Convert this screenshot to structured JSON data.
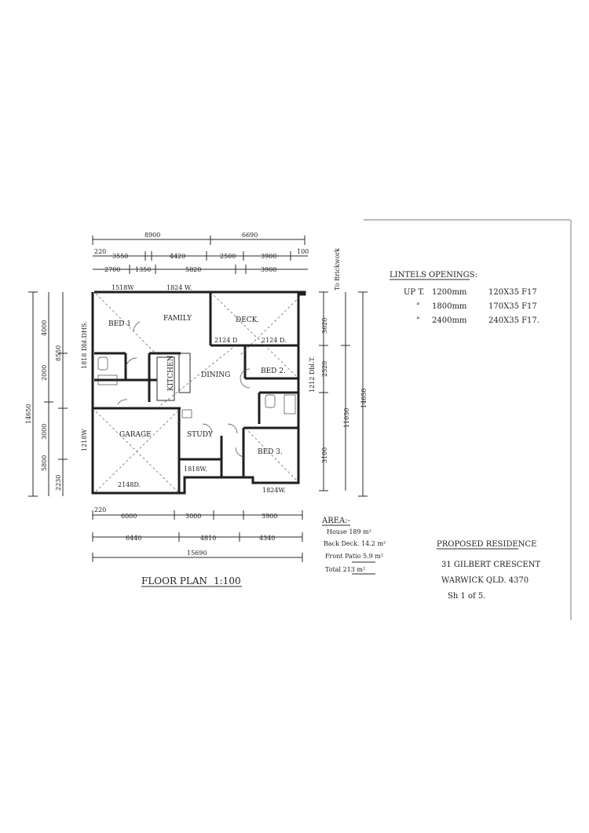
{
  "plan": {
    "title": "FLOOR PLAN",
    "scale": "1:100",
    "dims_top_overall": [
      "8900",
      "6690"
    ],
    "dims_top_walls": [
      "220",
      "3550",
      "4420",
      "2500",
      "3900",
      "100"
    ],
    "dims_top_windows": [
      "2700",
      "1350",
      "5820",
      "3900"
    ],
    "dims_bottom_walls": [
      "220",
      "6000",
      "3000",
      "3900"
    ],
    "dims_bottom_mid": [
      "6440",
      "4810",
      "4340"
    ],
    "dims_bottom_overall": "15690",
    "dims_left": [
      "14650",
      "4000",
      "8550",
      "2000",
      "3000",
      "5800",
      "2230"
    ],
    "dims_right": [
      "3620",
      "2520",
      "11030",
      "14650",
      "3100"
    ],
    "side_label": "To Brickwork",
    "rooms": {
      "bed1": "BED 1",
      "family": "FAMILY",
      "deck": "DECK.",
      "kitchen": "KITCHEN",
      "dining": "DINING",
      "bed2": "BED 2.",
      "garage": "GARAGE",
      "study": "STUDY",
      "bed3": "BED 3."
    },
    "windows": [
      "1518W",
      "1824 W.",
      "2124 D",
      "2124 D.",
      "1818 Dbl.DHS.",
      "1218W",
      "2148D.",
      "1818W.",
      "1824W.",
      "1212 Dbl.T."
    ]
  },
  "lintels": {
    "heading": "LINTELS OPENINGS:",
    "rows": [
      {
        "label": "UP T.",
        "size": "1200mm",
        "spec": "120X35 F17"
      },
      {
        "label": "\"",
        "size": "1800mm",
        "spec": "170X35 F17"
      },
      {
        "label": "\"",
        "size": "2400mm",
        "spec": "240X35 F17."
      }
    ]
  },
  "area": {
    "heading": "AREA:-",
    "rows": [
      "House 189 m²",
      "Back Deck. 14.2 m²",
      "Front Patio 5.9 m²",
      "Total 213 m²"
    ]
  },
  "residence": {
    "heading": "PROPOSED RESIDENCE",
    "lines": [
      "31 GILBERT CRESCENT",
      "WARWICK QLD. 4370",
      "Sh 1 of 5."
    ]
  }
}
